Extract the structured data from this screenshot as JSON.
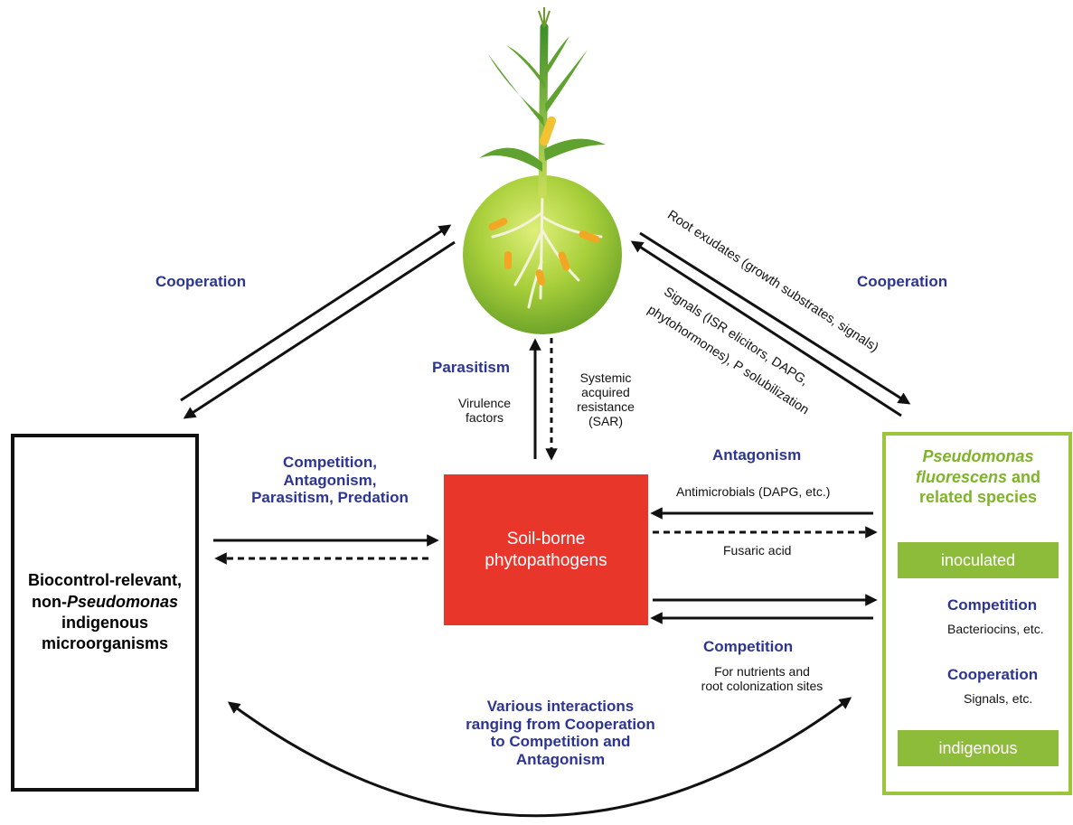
{
  "left_box": {
    "line1": "Biocontrol-relevant,",
    "line2_prefix": "non-",
    "line2_italic": "Pseudomonas",
    "line3": "indigenous",
    "line4": "microorganisms"
  },
  "center_box": {
    "line1": "Soil-borne",
    "line2": "phytopathogens"
  },
  "right_box": {
    "title_italic1": "Pseudomonas",
    "title_italic2": "fluorescens",
    "title_rest2": " and",
    "title_line3": "related species",
    "inoculated": "inoculated",
    "indigenous": "indigenous"
  },
  "labels": {
    "coop_left": "Cooperation",
    "coop_right": "Cooperation",
    "parasitism": "Parasitism",
    "virulence": [
      "Virulence",
      "factors"
    ],
    "sar": [
      "Systemic",
      "acquired",
      "resistance",
      "(SAR)"
    ],
    "root_exudates": "Root exudates (growth substrates, signals)",
    "signals": [
      "Signals (ISR elicitors, DAPG,",
      "phytohormones), P solubilization"
    ],
    "competition_left": [
      "Competition,",
      "Antagonism,",
      "Parasitism, Predation"
    ],
    "antagonism": "Antagonism",
    "antimicrobials": "Antimicrobials (DAPG, etc.)",
    "fusaric": "Fusaric acid",
    "competition_mid": "Competition",
    "competition_mid_sub": [
      "For nutrients and",
      "root colonization sites"
    ],
    "competition_right": "Competition",
    "bacteriocins": "Bacteriocins, etc.",
    "cooperation_right": "Cooperation",
    "signals_etc": "Signals, etc.",
    "various": [
      "Various interactions",
      "ranging from Cooperation",
      "to Competition and",
      "Antagonism"
    ]
  },
  "colors": {
    "blue": "#2c3592",
    "red": "#e8372a",
    "green": "#8dbb3a",
    "black": "#111111"
  }
}
